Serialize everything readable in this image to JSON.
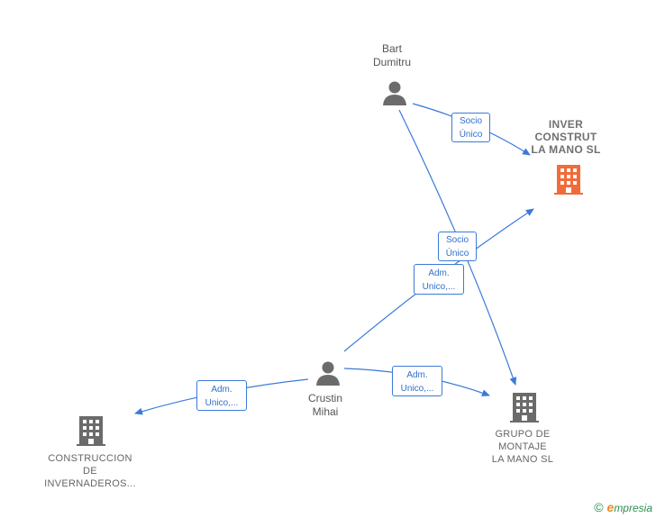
{
  "nodes": {
    "bart": {
      "label": "Bart\nDumitru",
      "icon": "person-icon"
    },
    "crustin": {
      "label": "Crustin\nMihai",
      "icon": "person-icon"
    },
    "inver": {
      "label": "INVER\nCONSTRUT\nLA MANO  SL",
      "icon": "building-icon",
      "color": "#f26c3a"
    },
    "grupo": {
      "label": "GRUPO DE\nMONTAJE\nLA MANO  SL",
      "icon": "building-icon",
      "color": "#6b6b6b"
    },
    "construccion": {
      "label": "CONSTRUCCION\nDE\nINVERNADEROS...",
      "icon": "building-icon",
      "color": "#6b6b6b"
    }
  },
  "edges": {
    "bart_inver": "Socio\nÚnico",
    "bart_grupo": "Socio\nÚnico",
    "crustin_inver": "Adm.\nUnico,...",
    "crustin_grupo": "Adm.\nUnico,...",
    "crustin_construccion": "Adm.\nUnico,..."
  },
  "footer": {
    "copyright": "©",
    "brand_first": "e",
    "brand_rest": "mpresia"
  },
  "colors": {
    "edge": "#3b7ad9",
    "person": "#6b6b6b",
    "highlight": "#f26c3a",
    "building": "#6b6b6b"
  }
}
